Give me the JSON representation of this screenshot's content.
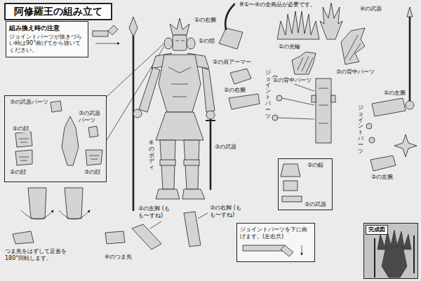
{
  "diagram": {
    "title": "阿修羅王の組み立て",
    "nodes": [
      {
        "text": [
          "組み換え時の注意",
          "ジョイントパーツが抜きづらい時は90°曲げてから抜いてください。"
        ]
      },
      {
        "text": [
          "③の武器パーツ",
          "①の顔",
          "③の武器パーツ",
          "②の顔",
          "③の顔"
        ]
      },
      {
        "text": [
          "②の鎧",
          "②の武器"
        ]
      },
      {
        "text": [
          "ジョイントパーツを下に曲げます。(左右共)"
        ]
      },
      {
        "text": [
          "完成図"
        ]
      }
    ],
    "labels": [
      "※①〜④の全商品が必要です。",
      "①の右腕",
      "④の武器",
      "①の頭",
      "①の光輪",
      "②の肩アーマー",
      "③の背中パーツ",
      "ジョイントパーツ",
      "①の背中パーツ",
      "②の右腕",
      "①の左腕",
      "ジョイントパーツ",
      "④のボディ",
      "③の武器",
      "②の左腕",
      "②の左脚 (もも〜すね)",
      "③の右脚 (もも〜すね)",
      "つま先をはずして足首を180°回転します。",
      "④のつま先"
    ]
  }
}
